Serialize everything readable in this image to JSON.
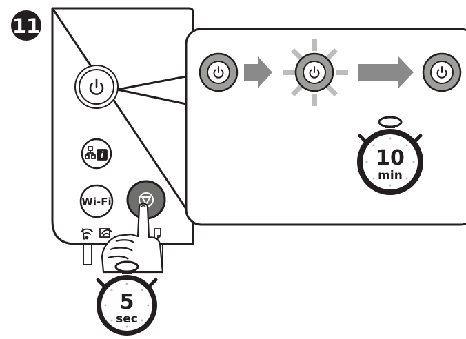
{
  "step": {
    "number": "11"
  },
  "panel": {
    "network_button_icon": "network-status-icon",
    "wifi_button_label": "Wi-Fi",
    "stop_button_icon": "stop-icon",
    "indicators": [
      "wifi-status-icon",
      "wifi-direct-status-icon",
      "paper-status-icon"
    ]
  },
  "sequence": {
    "states": [
      "power-light-on",
      "power-light-flashing",
      "power-light-on"
    ],
    "arrow_icon": "right-arrow-icon"
  },
  "timers": {
    "wait": {
      "value": "10",
      "unit": "min"
    },
    "hold": {
      "value": "5",
      "unit": "sec"
    }
  },
  "colors": {
    "outline": "#231f20",
    "ring_gray": "#9d9d9c",
    "arrow_gray": "#8a8a8a",
    "flash_gray": "#bdbdbd",
    "hand_white": "#ffffff"
  }
}
